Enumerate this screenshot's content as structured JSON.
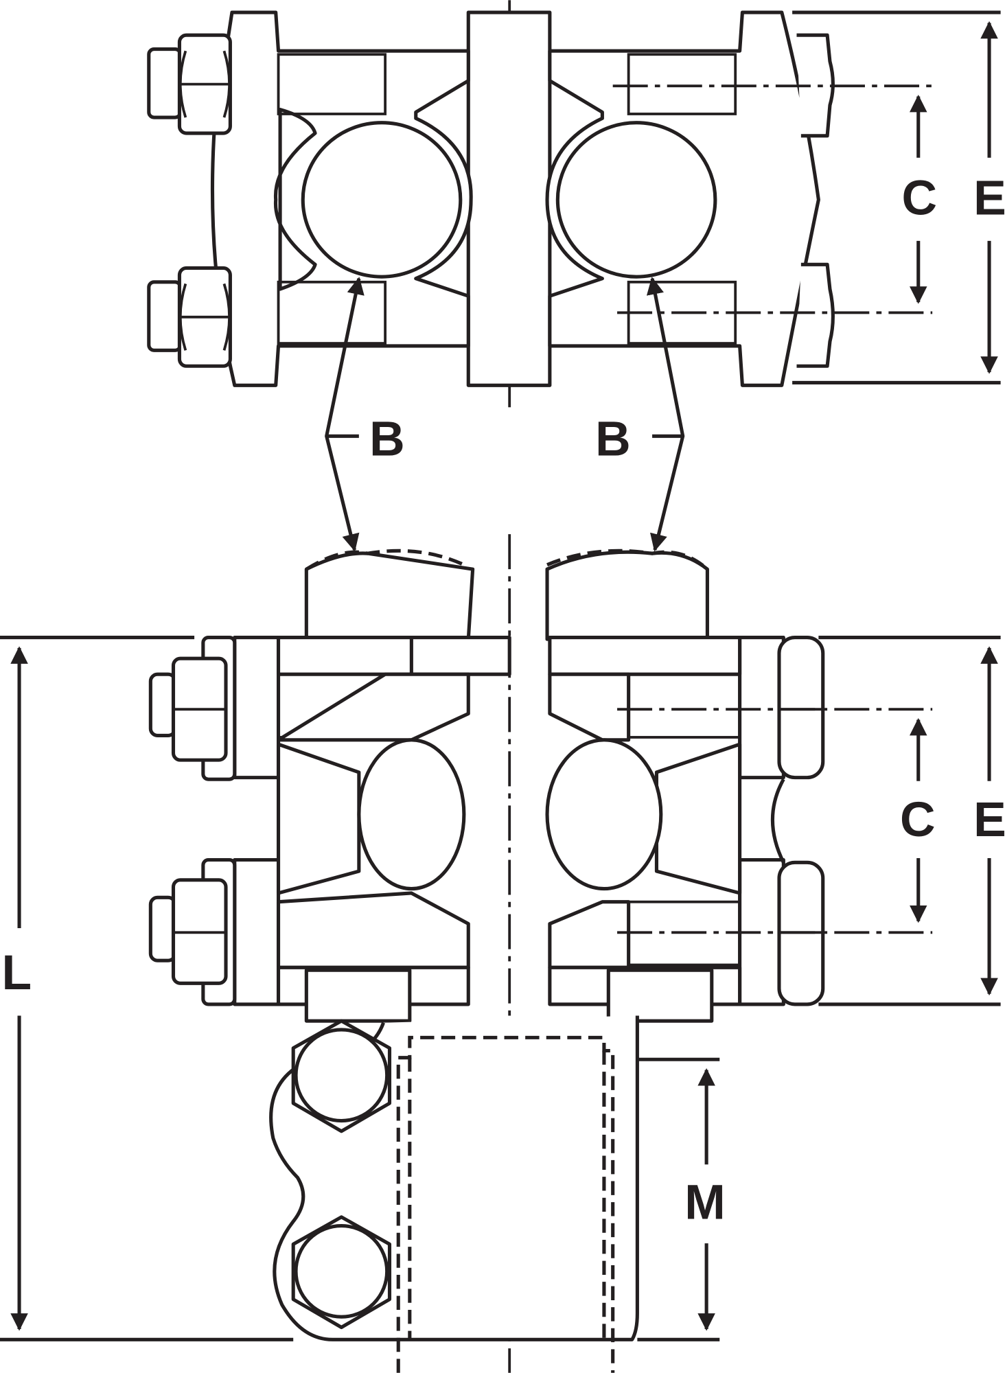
{
  "diagram": {
    "top_view": {
      "label_c": "C",
      "label_e": "E",
      "label_b_left": "B",
      "label_b_right": "B"
    },
    "bottom_view": {
      "label_c": "C",
      "label_e": "E",
      "label_l": "L",
      "label_m": "M"
    }
  }
}
